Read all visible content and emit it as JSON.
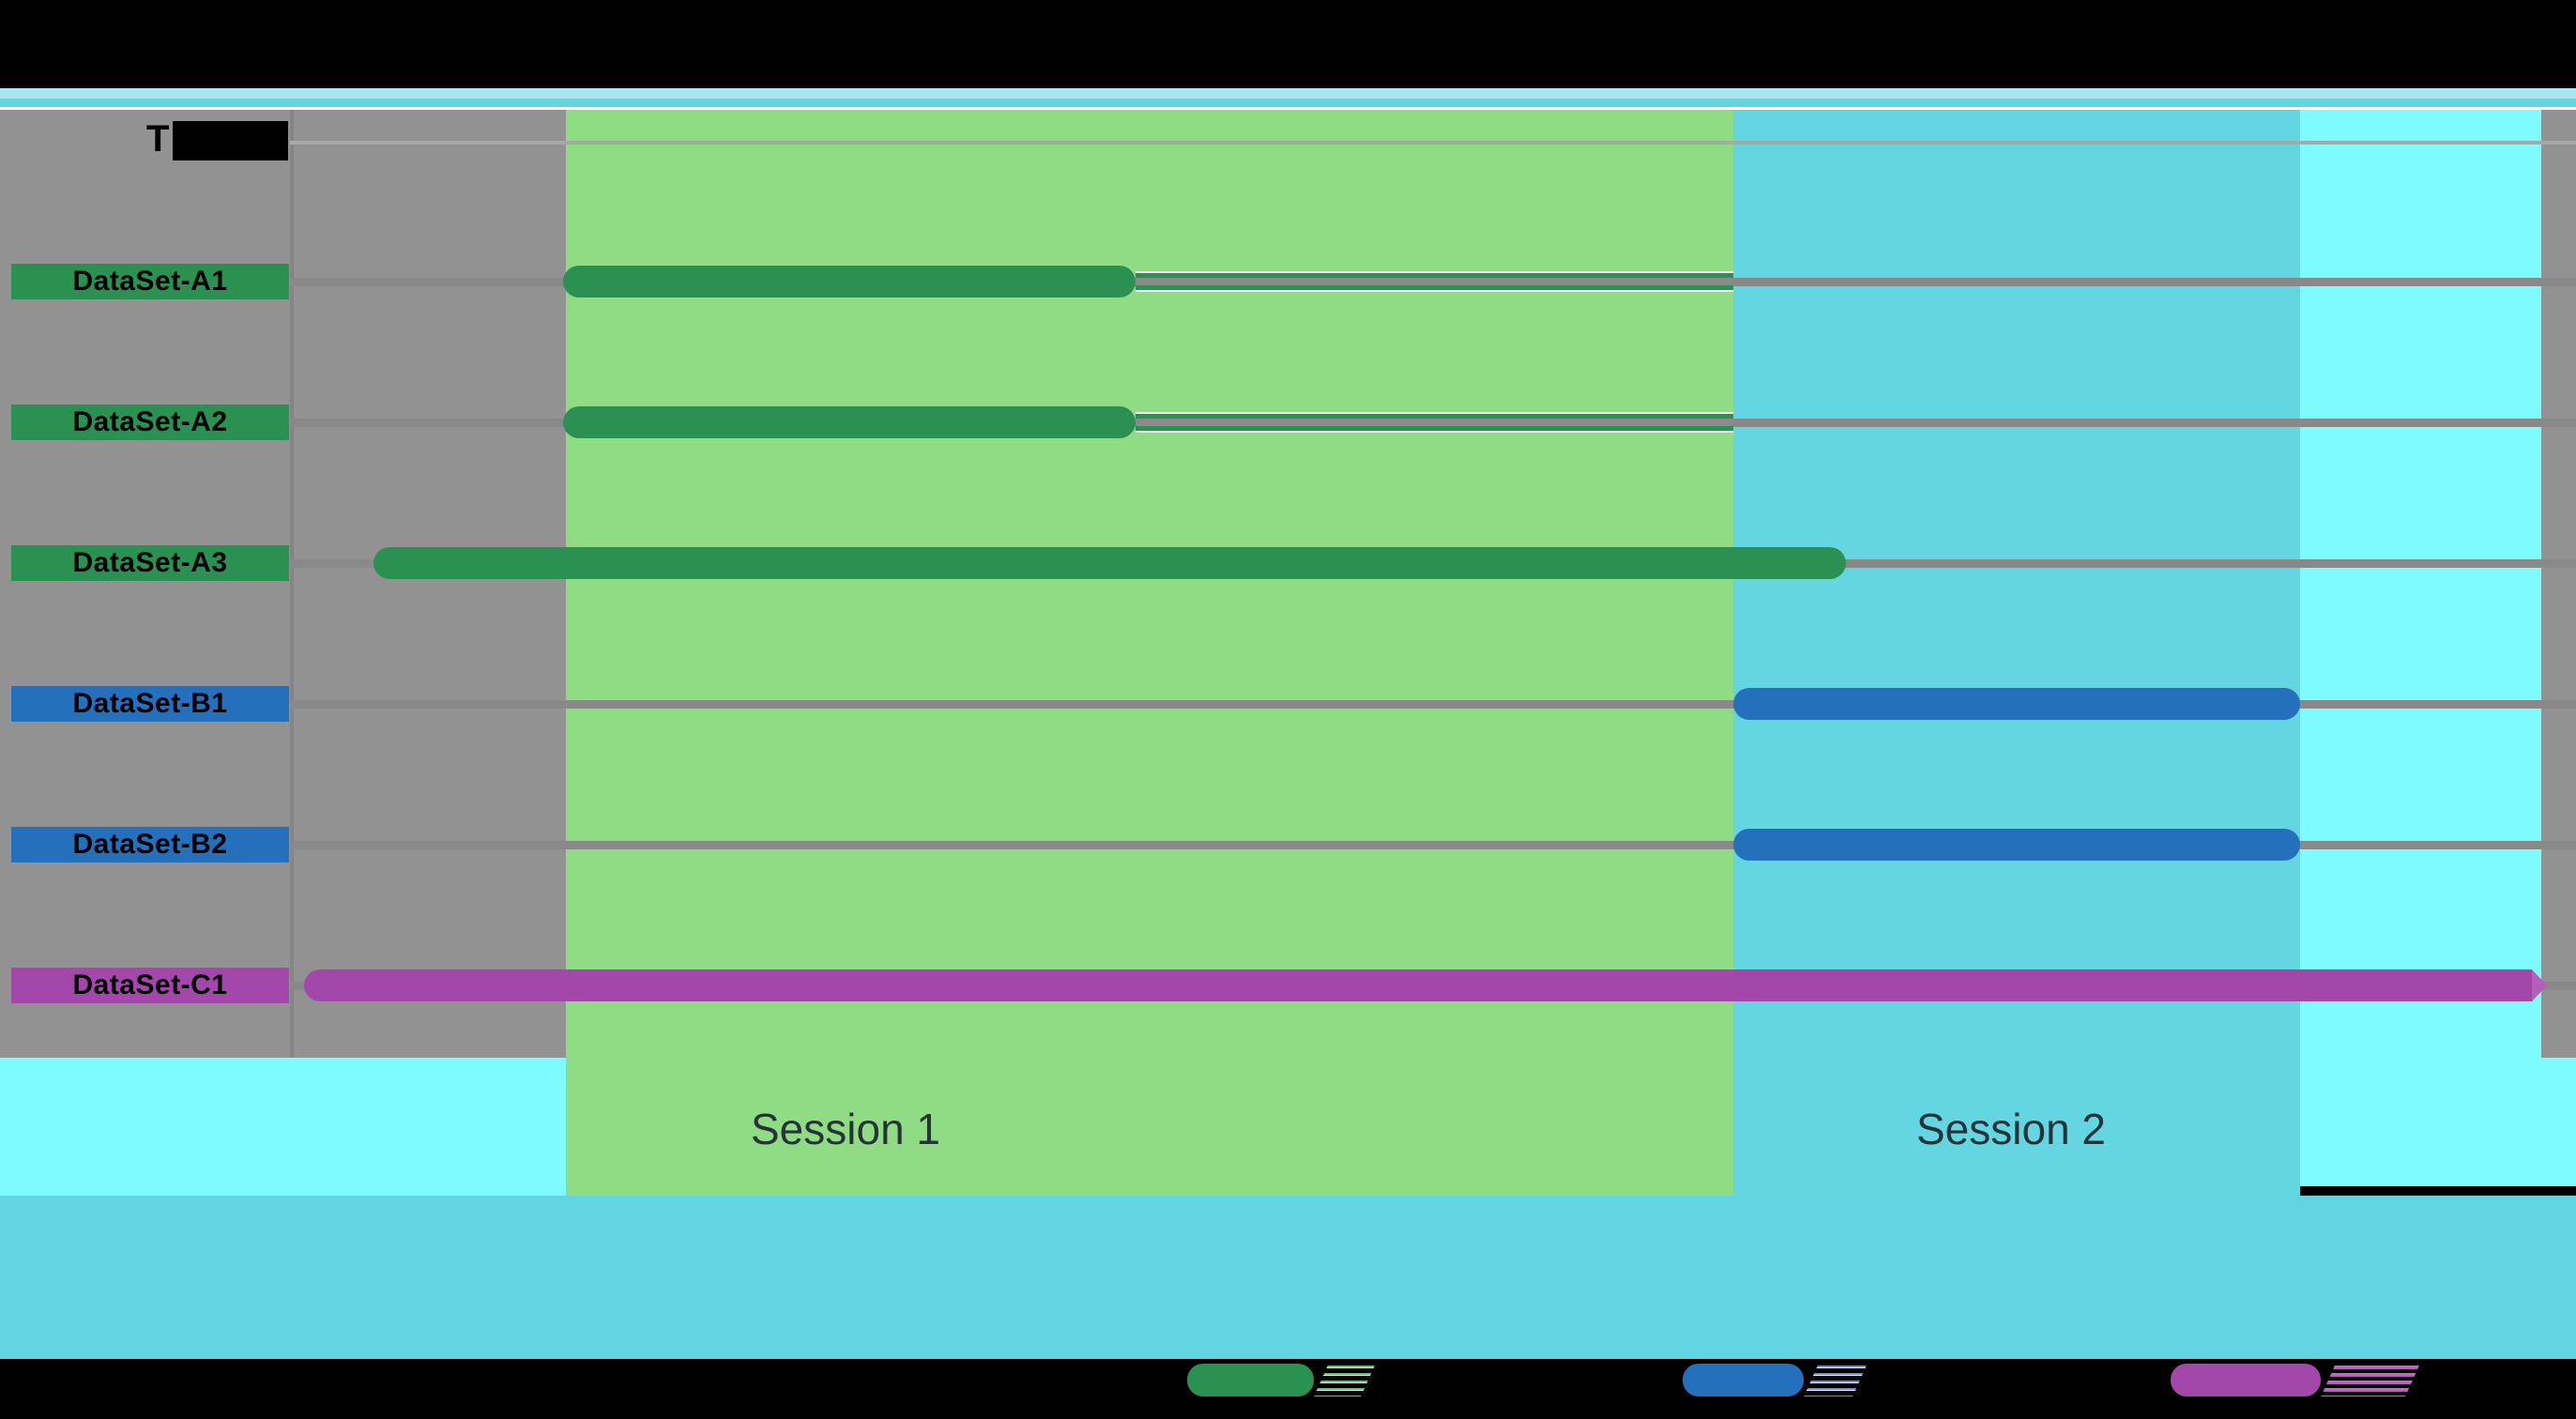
{
  "header": {
    "visible_label": "T",
    "note_visible": "label partially covered by black box"
  },
  "rows": [
    {
      "label": "DataSet-A1",
      "group": "A",
      "color": "#2b9153"
    },
    {
      "label": "DataSet-A2",
      "group": "A",
      "color": "#2b9153"
    },
    {
      "label": "DataSet-A3",
      "group": "A",
      "color": "#2b9153"
    },
    {
      "label": "DataSet-B1",
      "group": "B",
      "color": "#2470bd"
    },
    {
      "label": "DataSet-B2",
      "group": "B",
      "color": "#2470bd"
    },
    {
      "label": "DataSet-C1",
      "group": "C",
      "color": "#a348aa"
    }
  ],
  "sessions": [
    {
      "label": "Session 1",
      "band_color": "#90dc85"
    },
    {
      "label": "Session 2",
      "band_color": "#63d6e2"
    }
  ],
  "legend": {
    "items": [
      {
        "series": "group-A",
        "color": "#2b9153",
        "label_visible": ""
      },
      {
        "series": "group-B",
        "color": "#2470bd",
        "label_visible": ""
      },
      {
        "series": "group-C",
        "color": "#a348aa",
        "label_visible": ""
      }
    ],
    "note_visible": "legend labels are black-on-black; only colored stripe artifacts visible"
  },
  "colors": {
    "background_gray": "#929292",
    "session1_band": "#90dc85",
    "session2_band": "#63d6e2",
    "right_band": "#7efbff",
    "top_strip_light": "#a9e6f0",
    "top_strip_deep": "#62d5e3",
    "bar_green": "#2b9153",
    "bar_blue": "#2470bd",
    "bar_purple": "#a348aa",
    "gridline": "#898989",
    "footer": "#000000"
  },
  "chart_data": {
    "type": "gantt",
    "title": "",
    "xlabel": "",
    "ylabel": "T (remainder redacted by black box)",
    "x_axis": {
      "ticks_visible": false,
      "range_normalized": [
        0,
        1
      ]
    },
    "grid": true,
    "legend_position": "bottom",
    "categories": [
      "DataSet-A1",
      "DataSet-A2",
      "DataSet-A3",
      "DataSet-B1",
      "DataSet-B2",
      "DataSet-C1"
    ],
    "series": [
      {
        "name": "DataSet-A1",
        "group": "A",
        "color": "#2b9153",
        "start": 0.12,
        "end": 0.37
      },
      {
        "name": "DataSet-A2",
        "group": "A",
        "color": "#2b9153",
        "start": 0.12,
        "end": 0.37
      },
      {
        "name": "DataSet-A3",
        "group": "A",
        "color": "#2b9153",
        "start": 0.04,
        "end": 0.68
      },
      {
        "name": "DataSet-B1",
        "group": "B",
        "color": "#2470bd",
        "start": 0.63,
        "end": 0.88
      },
      {
        "name": "DataSet-B2",
        "group": "B",
        "color": "#2470bd",
        "start": 0.63,
        "end": 0.88
      },
      {
        "name": "DataSet-C1",
        "group": "C",
        "color": "#a348aa",
        "start": 0.01,
        "end": 0.985,
        "arrow_end": true
      }
    ],
    "bands": [
      {
        "label": "Session 1",
        "start": 0.12,
        "end": 0.63,
        "color": "#90dc85"
      },
      {
        "label": "Session 2",
        "start": 0.63,
        "end": 0.88,
        "color": "#63d6e2"
      },
      {
        "label": "",
        "start": 0.88,
        "end": 0.985,
        "color": "#7efbff"
      }
    ]
  }
}
